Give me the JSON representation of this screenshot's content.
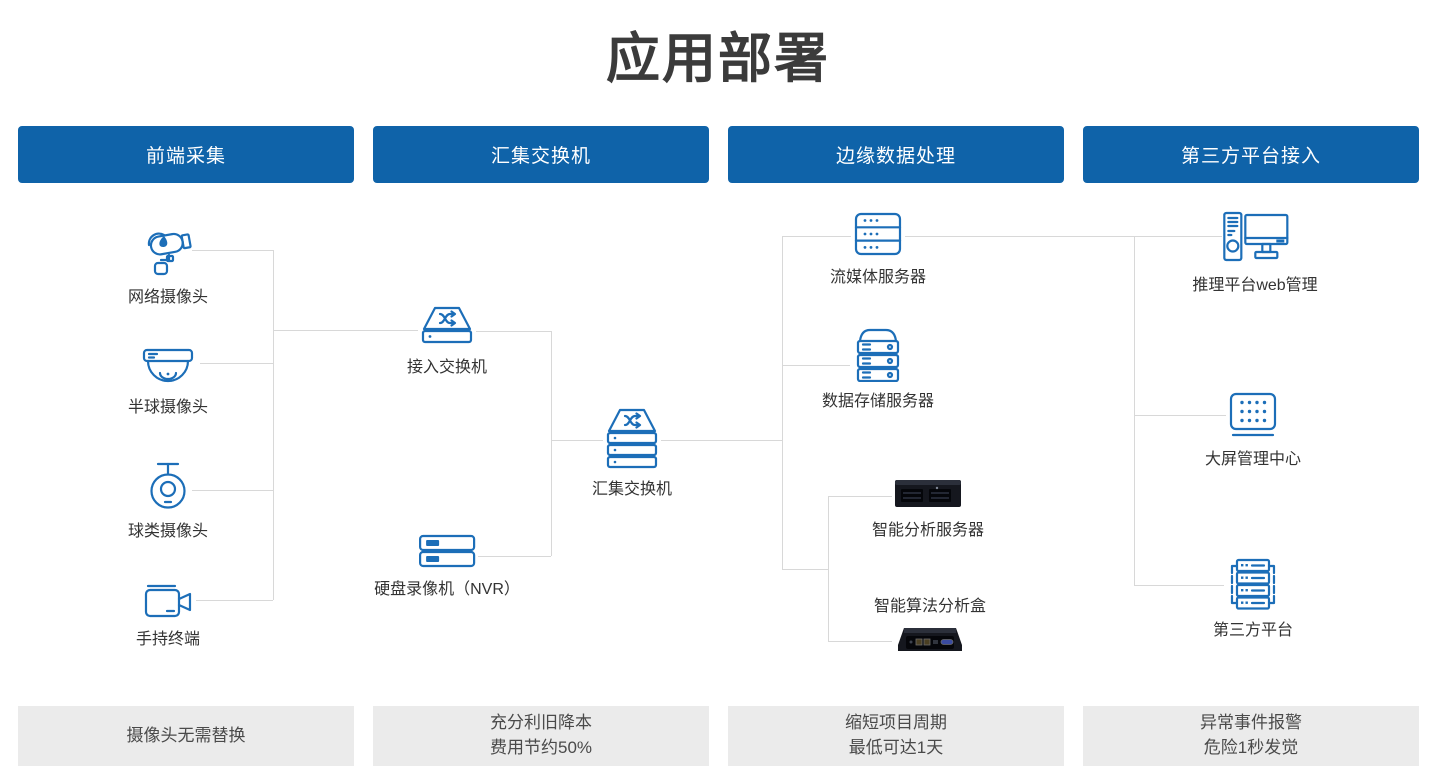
{
  "title": "应用部署",
  "colors": {
    "header_blue": "#0f63a9",
    "icon_blue": "#1c6eb8",
    "connector_gray": "#d8d8d8",
    "footer_bg": "#ebebeb",
    "title_text": "#3b3b3b"
  },
  "columns": [
    {
      "header": "前端采集",
      "footer_lines": [
        "摄像头无需替换"
      ]
    },
    {
      "header": "汇集交换机",
      "footer_lines": [
        "充分利旧降本",
        "费用节约50%"
      ]
    },
    {
      "header": "边缘数据处理",
      "footer_lines": [
        "缩短项目周期",
        "最低可达1天"
      ]
    },
    {
      "header": "第三方平台接入",
      "footer_lines": [
        "异常事件报警",
        "危险1秒发觉"
      ]
    }
  ],
  "nodes": {
    "network_camera": {
      "label": "网络摄像头",
      "icon": "bullet-camera-icon"
    },
    "dome_camera": {
      "label": "半球摄像头",
      "icon": "dome-camera-icon"
    },
    "ball_camera": {
      "label": "球类摄像头",
      "icon": "ball-camera-icon"
    },
    "handheld_terminal": {
      "label": "手持终端",
      "icon": "handheld-camcorder-icon"
    },
    "access_switch": {
      "label": "接入交换机",
      "icon": "switch-icon"
    },
    "nvr": {
      "label": "硬盘录像机（NVR）",
      "icon": "nvr-icon"
    },
    "aggregation_switch": {
      "label": "汇集交换机",
      "icon": "stacked-switch-icon"
    },
    "streaming_server": {
      "label": "流媒体服务器",
      "icon": "server-dots-icon"
    },
    "storage_server": {
      "label": "数据存储服务器",
      "icon": "storage-server-icon"
    },
    "analysis_server": {
      "label": "智能分析服务器",
      "icon": "rack-server-photo-icon"
    },
    "algorithm_box": {
      "label": "智能算法分析盒",
      "icon": "analysis-box-photo-icon"
    },
    "inference_web": {
      "label": "推理平台web管理",
      "icon": "desktop-pc-icon"
    },
    "big_screen": {
      "label": "大屏管理中心",
      "icon": "led-screen-icon"
    },
    "third_party": {
      "label": "第三方平台",
      "icon": "platform-rack-icon"
    }
  }
}
